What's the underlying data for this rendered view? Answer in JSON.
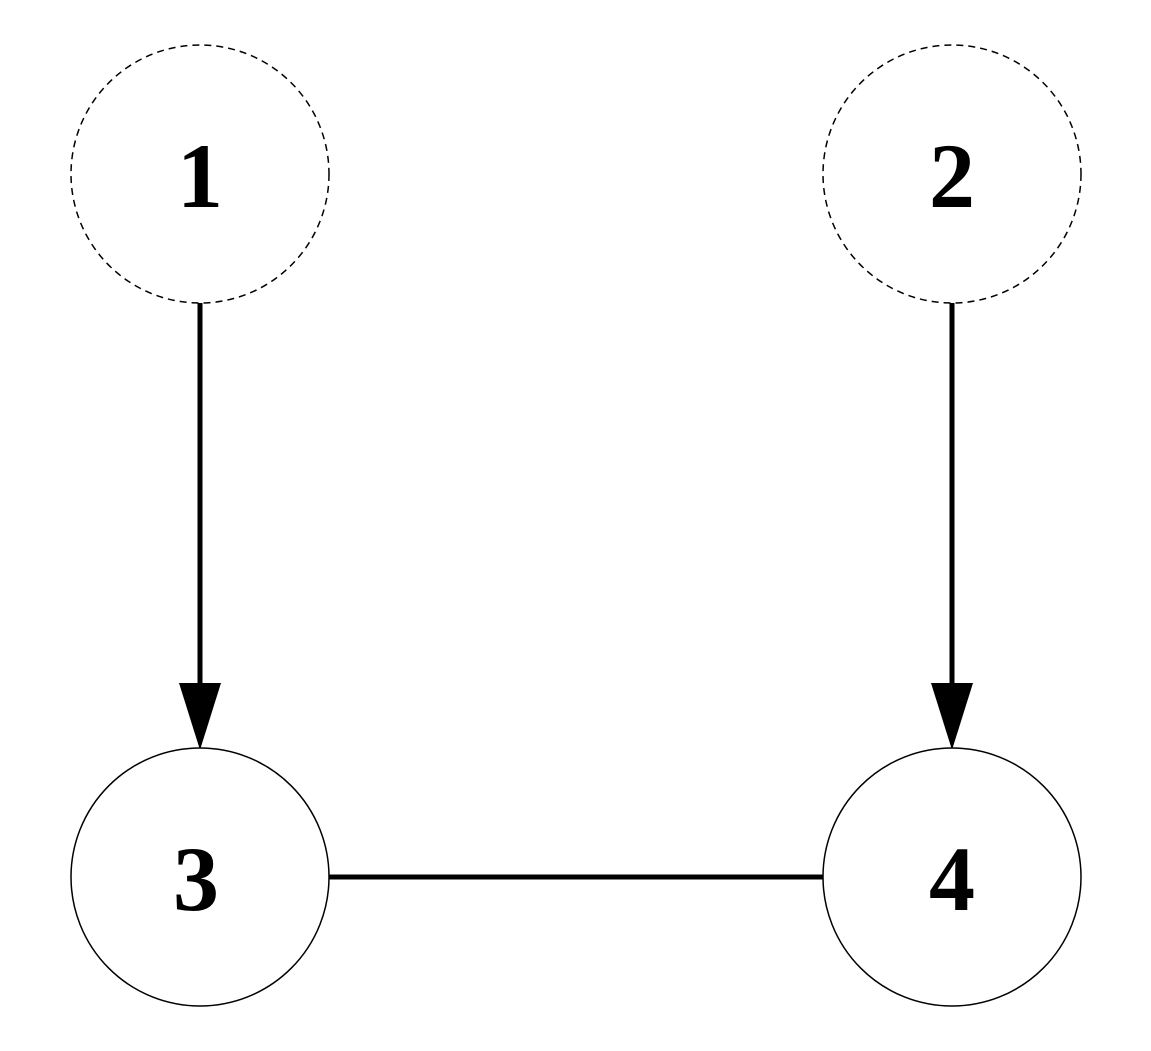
{
  "diagram": {
    "nodes": [
      {
        "id": "n1",
        "label": "1",
        "style": "dashed"
      },
      {
        "id": "n2",
        "label": "2",
        "style": "dashed"
      },
      {
        "id": "n3",
        "label": "3",
        "style": "solid"
      },
      {
        "id": "n4",
        "label": "4",
        "style": "solid"
      }
    ],
    "edges": [
      {
        "from": "n1",
        "to": "n3",
        "directed": true
      },
      {
        "from": "n2",
        "to": "n4",
        "directed": true
      },
      {
        "from": "n3",
        "to": "n4",
        "directed": false
      }
    ],
    "colors": {
      "stroke": "#000000",
      "background": "#ffffff"
    }
  }
}
